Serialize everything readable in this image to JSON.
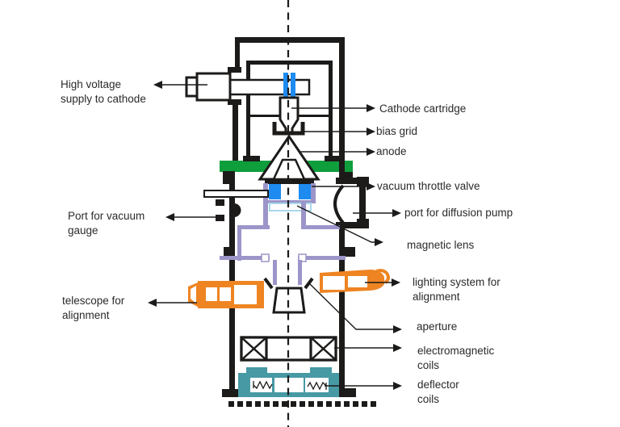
{
  "diagram": {
    "labels": {
      "high_voltage": {
        "line1": "High voltage",
        "line2": "supply to cathode"
      },
      "cathode_cartridge": {
        "line1": "Cathode cartridge"
      },
      "bias_grid": {
        "line1": "bias grid"
      },
      "anode": {
        "line1": "anode"
      },
      "vacuum_throttle_valve": {
        "line1": "vacuum throttle valve"
      },
      "port_diffusion_pump": {
        "line1": "port for diffusion pump"
      },
      "port_vacuum_gauge": {
        "line1": "Port for vacuum",
        "line2": "gauge"
      },
      "magnetic_lens": {
        "line1": "magnetic lens"
      },
      "lighting_system": {
        "line1": "lighting system for",
        "line2": "alignment"
      },
      "telescope": {
        "line1": "telescope for",
        "line2": "alignment"
      },
      "aperture": {
        "line1": "aperture"
      },
      "electromagnetic_coils": {
        "line1": "electromagnetic",
        "line2": "coils"
      },
      "deflector_coils": {
        "line1": "deflector",
        "line2": "coils"
      }
    },
    "colors": {
      "green": "#0f9e3c",
      "blue": "#1e8bf0",
      "purple": "#9b95c9",
      "lightblue": "#a8d8ec",
      "orange": "#ee8422",
      "teal": "#4799a4",
      "ink": "#1c1b1a",
      "text": "#2b2a29"
    }
  }
}
